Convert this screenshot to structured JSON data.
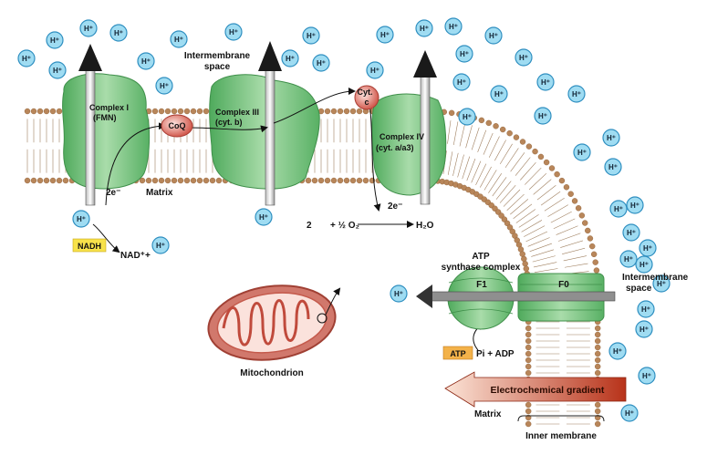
{
  "labels": {
    "intermembrane_top": [
      "Intermembrane",
      "space"
    ],
    "complex1": [
      "Complex I",
      "(FMN)"
    ],
    "coq": "CoQ",
    "complex3": [
      "Complex III",
      "(cyt. b)"
    ],
    "cytc": [
      "Cyt.",
      "c"
    ],
    "complex4": [
      "Complex IV",
      "(cyt. a/a3)"
    ],
    "electron_left": "2e⁻",
    "matrix_top": "Matrix",
    "electron_right": "2e⁻",
    "nadh": "NADH",
    "nad_plus": "NAD⁺+",
    "water_eq": [
      "2",
      "+ ½ O₂",
      "H₂O"
    ],
    "atp_synthase": [
      "ATP",
      "synthase complex"
    ],
    "f1": "F1",
    "f0": "F0",
    "intermembrane_right": [
      "Intermembrane",
      "space"
    ],
    "mitochondrion": "Mitochondrion",
    "atp": "ATP",
    "pi_adp": "Pi + ADP",
    "gradient": "Electrochemical gradient",
    "matrix_bottom": "Matrix",
    "inner_membrane": "Inner membrane"
  },
  "proton": "H⁺",
  "colors": {
    "protein": "#6fc07a",
    "protein_light": "#cfeccf",
    "lipid_head": "#b8865a",
    "proton_fill": "#9fdcf2",
    "proton_stroke": "#2f8fc0",
    "coq": "#e07a70",
    "nadh_box": "#f7e24a",
    "atp_box": "#f3b24a",
    "gradient_start": "#f8d7c6",
    "gradient_end": "#b8331a"
  }
}
